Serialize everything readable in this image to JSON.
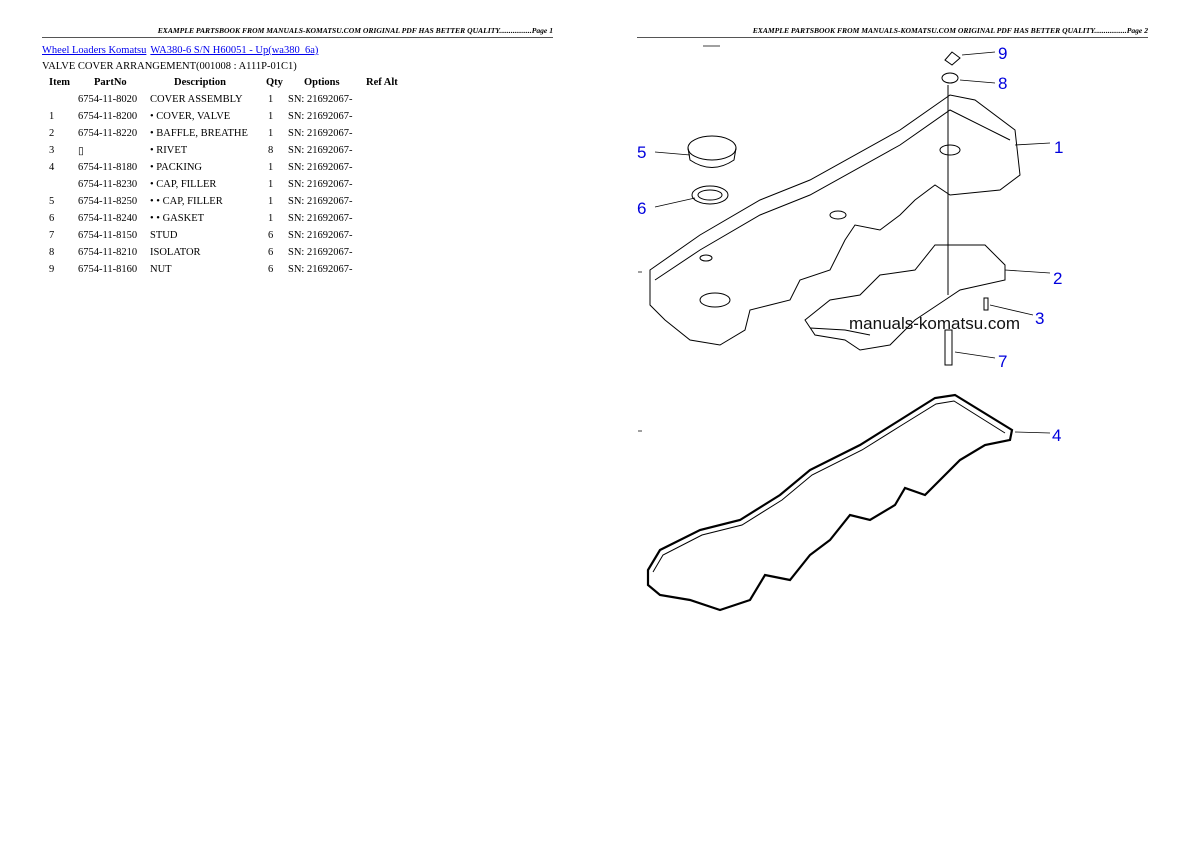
{
  "page1_header": "EXAMPLE PARTSBOOK FROM MANUALS-KOMATSU.COM ORIGINAL PDF HAS BETTER QUALITY.................Page 1",
  "page2_header": "EXAMPLE PARTSBOOK FROM MANUALS-KOMATSU.COM ORIGINAL PDF HAS BETTER QUALITY.................Page 2",
  "breadcrumb": {
    "link1": "Wheel Loaders Komatsu",
    "link2": "WA380-6 S/N H60051 - Up(wa380_6a)"
  },
  "section_title": "VALVE COVER ARRANGEMENT(001008 : A111P-01C1)",
  "table": {
    "headers": [
      "Item",
      "PartNo",
      "Description",
      "Qty",
      "Options",
      "Ref Alt"
    ],
    "rows": [
      [
        "",
        "6754-11-8020",
        "COVER ASSEMBLY",
        "1",
        "SN: 21692067-"
      ],
      [
        "1",
        "6754-11-8200",
        "• COVER, VALVE",
        "1",
        "SN: 21692067-"
      ],
      [
        "2",
        "6754-11-8220",
        "• BAFFLE, BREATHE",
        "1",
        "SN: 21692067-"
      ],
      [
        "3",
        "▯",
        "• RIVET",
        "8",
        "SN: 21692067-"
      ],
      [
        "4",
        "6754-11-8180",
        "• PACKING",
        "1",
        "SN: 21692067-"
      ],
      [
        "",
        "6754-11-8230",
        "• CAP, FILLER",
        "1",
        "SN: 21692067-"
      ],
      [
        "5",
        "6754-11-8250",
        "• • CAP, FILLER",
        "1",
        "SN: 21692067-"
      ],
      [
        "6",
        "6754-11-8240",
        "• • GASKET",
        "1",
        "SN: 21692067-"
      ],
      [
        "7",
        "6754-11-8150",
        "STUD",
        "6",
        "SN: 21692067-"
      ],
      [
        "8",
        "6754-11-8210",
        "ISOLATOR",
        "6",
        "SN: 21692067-"
      ],
      [
        "9",
        "6754-11-8160",
        "NUT",
        "6",
        "SN: 21692067-"
      ]
    ]
  },
  "diagram": {
    "callouts": [
      "9",
      "8",
      "1",
      "5",
      "6",
      "2",
      "3",
      "7",
      "4"
    ],
    "watermark": "manuals-komatsu.com",
    "callout_color": "#0000dd"
  }
}
